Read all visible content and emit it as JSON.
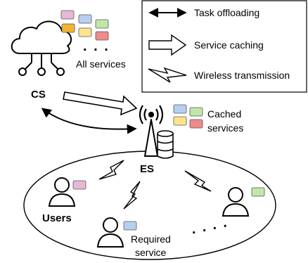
{
  "legend": {
    "task_offloading": "Task offloading",
    "service_caching": "Service caching",
    "wireless_transmission": "Wireless transmission"
  },
  "cloud": {
    "label": "CS",
    "services_label": "All services",
    "ellipsis": ". . ."
  },
  "edge": {
    "label": "ES",
    "cached_line1": "Cached",
    "cached_line2": "services"
  },
  "users": {
    "label": "Users",
    "required_line1": "Required",
    "required_line2": "service",
    "ellipsis": ". . . ."
  },
  "colors": {
    "pink": "#e6b8d4",
    "blue": "#b6cff0",
    "green": "#c2e6a8",
    "yellow": "#ffe48c",
    "orange": "#f5b334",
    "red": "#ef8a8a",
    "stroke": "#000000"
  }
}
